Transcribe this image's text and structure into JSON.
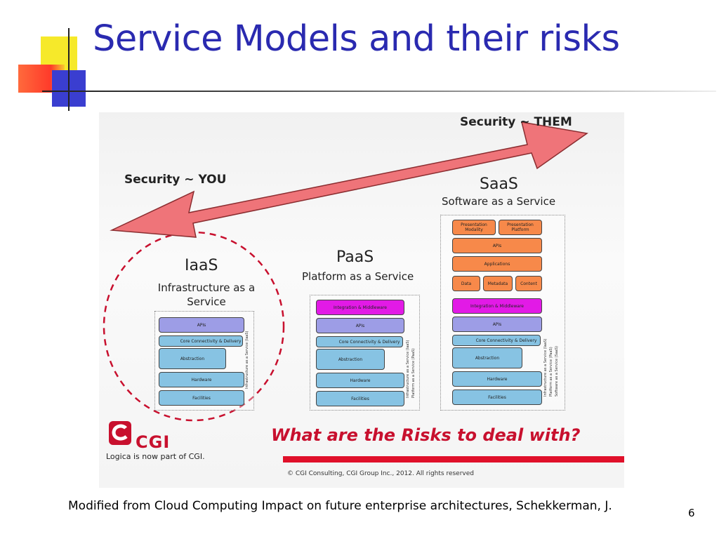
{
  "slide": {
    "title": "Service Models and their risks",
    "caption": "Modified from Cloud Computing Impact on future enterprise architectures, Schekkerman, J.",
    "page_number": "6"
  },
  "diagram": {
    "security_you": "Security ~ YOU",
    "security_them": "Security ~ THEM",
    "iaas": {
      "title": "IaaS",
      "subtitle": "Infrastructure as a Service"
    },
    "paas": {
      "title": "PaaS",
      "subtitle": "Platform as a Service"
    },
    "saas": {
      "title": "SaaS",
      "subtitle": "Software as a Service"
    },
    "layers": {
      "presentation_modality": "Presentation Modality",
      "presentation_platform": "Presentation Platform",
      "apis": "APIs",
      "applications": "Applications",
      "data": "Data",
      "metadata": "Metadata",
      "content": "Content",
      "integration_middleware": "Integration & Middleware",
      "apis_lower": "APIs",
      "core_connectivity": "Core Connectivity & Delivery",
      "abstraction": "Abstraction",
      "hardware": "Hardware",
      "facilities": "Facilities"
    },
    "side_labels": {
      "iaas": "Infrastructure as a Service (IaaS)",
      "paas": "Platform as a Service (PaaS)",
      "saas": "Software as a Service (SaaS)"
    },
    "risk_question": "What are the Risks to deal with?",
    "cgi_logo_text": "CGI",
    "logica_note": "Logica is now part of CGI.",
    "copyright": "© CGI Consulting, CGI Group Inc., 2012. All rights reserved"
  },
  "colors": {
    "title": "#2a2ab0",
    "arrow_fill": "#ef7479",
    "ellipse_stroke": "#c8102e",
    "cgi_red": "#c8102e",
    "layer_blue": "#87c3e3",
    "layer_lavender": "#9d9de6",
    "layer_magenta": "#e21ae6",
    "layer_orange": "#f7894a"
  }
}
